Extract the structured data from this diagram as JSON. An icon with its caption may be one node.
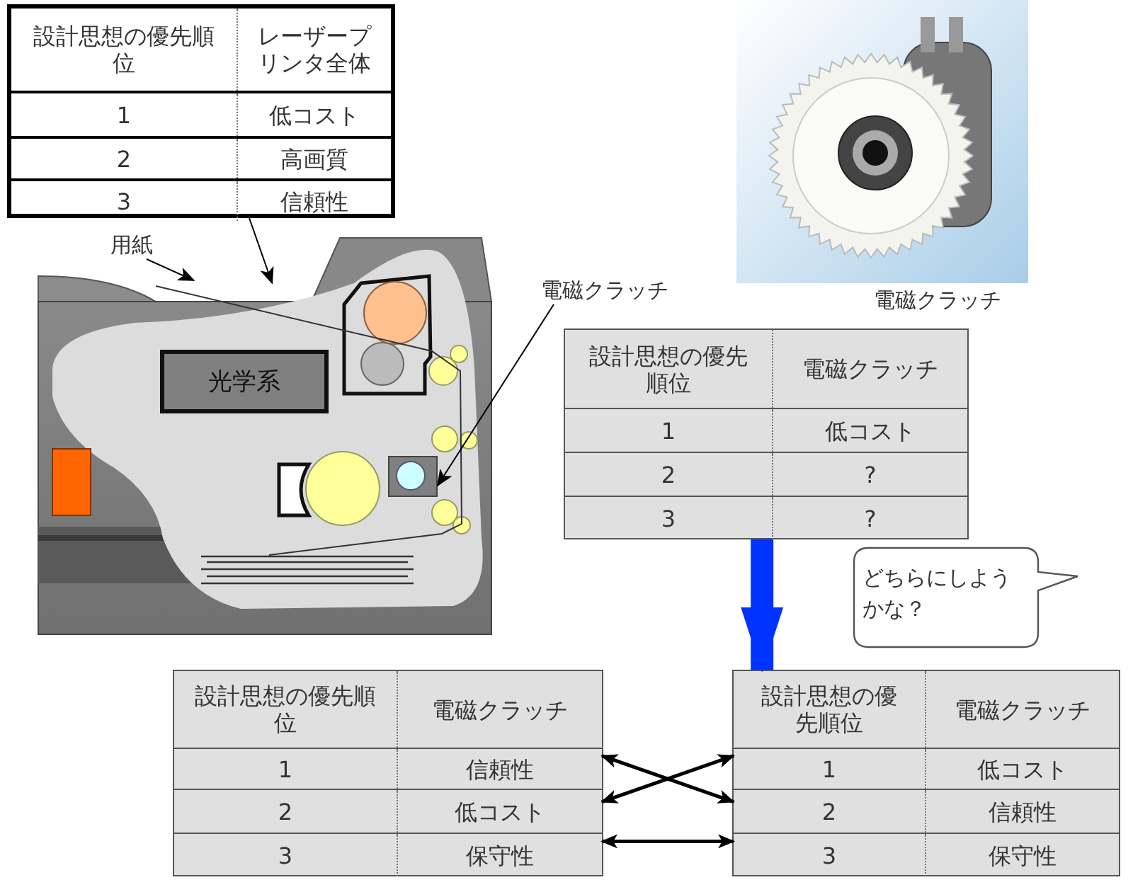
{
  "diagram": {
    "nodes": [
      {
        "text": [],
        "shape": "box"
      },
      {
        "text": [
          "設計思想の優先順位",
          "レーザープリンタ全体"
        ],
        "in": 0
      },
      {
        "text": [
          "1",
          "低コスト"
        ],
        "in": 0
      },
      {
        "text": [
          "2",
          "高画質"
        ],
        "in": 0
      },
      {
        "text": [
          "3",
          "信頼性"
        ],
        "in": 0
      },
      {
        "text": [
          "用紙"
        ]
      },
      {
        "text": [],
        "shape": "picture"
      },
      {
        "text": [
          "光学系"
        ],
        "in": 6
      },
      {
        "text": [],
        "shape": "box",
        "in": 6
      },
      {
        "text": [
          "電磁クラッチ"
        ]
      },
      {
        "text": [],
        "shape": "picture",
        "beside": [
          "電磁クラッチ"
        ]
      },
      {
        "text": [],
        "shape": "box"
      },
      {
        "text": [
          "設計思想の優先順位",
          "電磁クラッチ"
        ],
        "in": 11
      },
      {
        "text": [
          "1",
          "低コスト"
        ],
        "in": 11
      },
      {
        "text": [
          "2",
          "?"
        ],
        "in": 11
      },
      {
        "text": [
          "3",
          "?"
        ],
        "in": 11
      },
      {
        "text": [
          "どちらにしようかな？"
        ]
      },
      {
        "text": [],
        "shape": "box"
      },
      {
        "text": [
          "設計思想の優先順位",
          "電磁クラッチ"
        ],
        "in": 17
      },
      {
        "text": [
          "1",
          "信頼性"
        ],
        "in": 17
      },
      {
        "text": [
          "2",
          "低コスト"
        ],
        "in": 17
      },
      {
        "text": [
          "3",
          "保守性"
        ],
        "in": 17
      },
      {
        "text": [],
        "shape": "box"
      },
      {
        "text": [
          "設計思想の優先順位",
          "電磁クラッチ"
        ],
        "in": 22
      },
      {
        "text": [
          "1",
          "低コスト"
        ],
        "in": 22
      },
      {
        "text": [
          "2",
          "信頼性"
        ],
        "in": 22
      },
      {
        "text": [
          "3",
          "保守性"
        ],
        "in": 22
      }
    ],
    "edges": [
      {
        "from": 0,
        "to": 6,
        "arrow": "to"
      },
      {
        "from": 5,
        "to": 6,
        "arrow": "to"
      },
      {
        "from": 9,
        "to": 8,
        "arrow": "to"
      },
      {
        "from": 11,
        "to": 22,
        "arrow": "to",
        "style": "thick",
        "color": "#0033ff"
      },
      {
        "from": 19,
        "to": 25,
        "arrow": "both"
      },
      {
        "from": 20,
        "to": 24,
        "arrow": "both"
      },
      {
        "from": 21,
        "to": 26,
        "arrow": "both"
      }
    ]
  }
}
